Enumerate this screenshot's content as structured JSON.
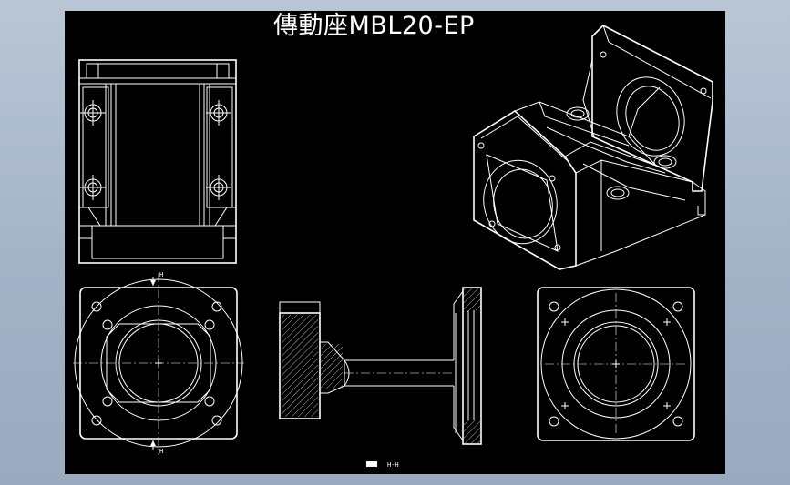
{
  "drawing": {
    "title": "傳動座MBL20-EP",
    "section_label_top": "H",
    "section_label_bottom": "H",
    "bottom_note": "H-H"
  },
  "colors": {
    "background": "#a8b6c8",
    "sheet": "#000000",
    "lines": "#ffffff"
  }
}
